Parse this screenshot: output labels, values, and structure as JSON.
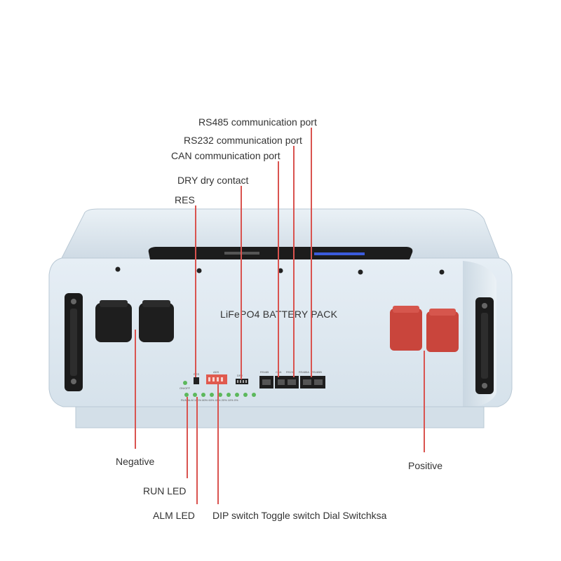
{
  "product": {
    "name": "LiFePO4 BATTERY PACK"
  },
  "panel": {
    "res_tag": "RES",
    "dip_tag": "ADS",
    "dry_tag": "DRY",
    "port_tags": [
      "RS485",
      "CAN",
      "RS232",
      "RS485A",
      "RS485B"
    ],
    "led_row_label": "RUN ALM 100% 80% 60% 40% 20% 10% 0%",
    "power_label": "ON/OFF"
  },
  "callouts": {
    "rs485": "RS485 communication port",
    "rs232": "RS232 communication port",
    "can": "CAN communication port",
    "dry": "DRY dry contact",
    "res": "RES",
    "negative": "Negative",
    "positive": "Positive",
    "run_led": "RUN LED",
    "alm_led": "ALM LED",
    "dip": "DIP switch Toggle switch Dial Switchksa"
  },
  "colors": {
    "leader": "#d9534f",
    "body": "#dde8f0",
    "positive_cap": "#c9453c",
    "negative_cap": "#1e1e1e",
    "led": "#5cb85c"
  }
}
